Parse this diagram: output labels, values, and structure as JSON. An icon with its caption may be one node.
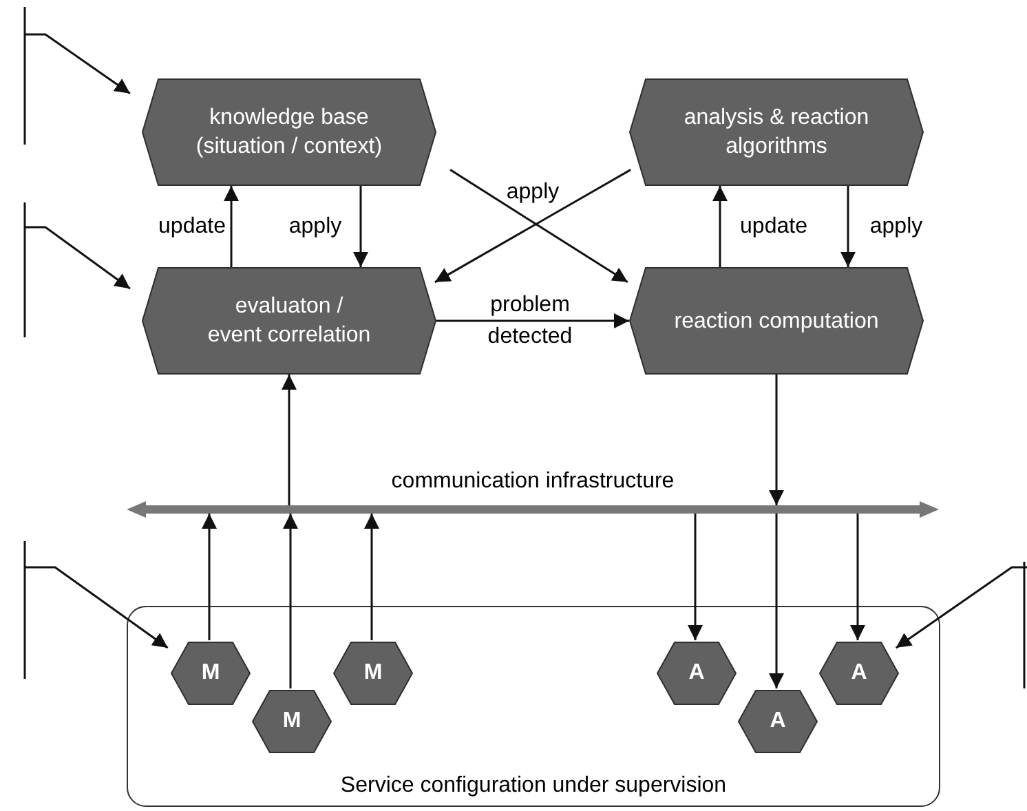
{
  "diagram": {
    "nodes": [
      {
        "text": [
          "knowledge base (situation / context)"
        ]
      },
      {
        "text": [
          "analysis & reaction algorithms"
        ]
      },
      {
        "text": [
          "evaluaton / event correlation"
        ]
      },
      {
        "text": [
          "reaction computation"
        ]
      },
      {
        "text": [
          "communication infrastructure"
        ]
      },
      {
        "text": [
          "Service configuration under supervision"
        ]
      },
      {
        "text": [
          "M"
        ],
        "in": 5
      },
      {
        "text": [
          "M"
        ],
        "in": 5
      },
      {
        "text": [
          "M"
        ],
        "in": 5
      },
      {
        "text": [
          "A"
        ],
        "in": 5
      },
      {
        "text": [
          "A"
        ],
        "in": 5
      },
      {
        "text": [
          "A"
        ],
        "in": 5
      }
    ],
    "edges": [
      {
        "from": 2,
        "to": 0,
        "arrow": "to",
        "label": "update"
      },
      {
        "from": 0,
        "to": 2,
        "arrow": "to",
        "label": "apply"
      },
      {
        "from": 0,
        "to": 3,
        "arrow": "to",
        "label": "apply"
      },
      {
        "from": 1,
        "to": 2,
        "arrow": "to"
      },
      {
        "from": 2,
        "to": 3,
        "arrow": "to",
        "label": "problem detected"
      },
      {
        "from": 3,
        "to": 1,
        "arrow": "to",
        "label": "update"
      },
      {
        "from": 1,
        "to": 3,
        "arrow": "to",
        "label": "apply"
      },
      {
        "from": 4,
        "to": 2,
        "arrow": "to"
      },
      {
        "from": 3,
        "to": 4,
        "arrow": "to"
      },
      {
        "from": 6,
        "to": 4,
        "arrow": "to"
      },
      {
        "from": 7,
        "to": 4,
        "arrow": "to"
      },
      {
        "from": 8,
        "to": 4,
        "arrow": "to"
      },
      {
        "from": 4,
        "to": 9,
        "arrow": "to"
      },
      {
        "from": 4,
        "to": 10,
        "arrow": "to"
      },
      {
        "from": 4,
        "to": 11,
        "arrow": "to"
      },
      {
        "from": null,
        "to": 0,
        "arrow": "to"
      },
      {
        "from": null,
        "to": 2,
        "arrow": "to"
      },
      {
        "from": null,
        "to": 6,
        "arrow": "to"
      },
      {
        "from": null,
        "to": 11,
        "arrow": "to"
      }
    ]
  }
}
